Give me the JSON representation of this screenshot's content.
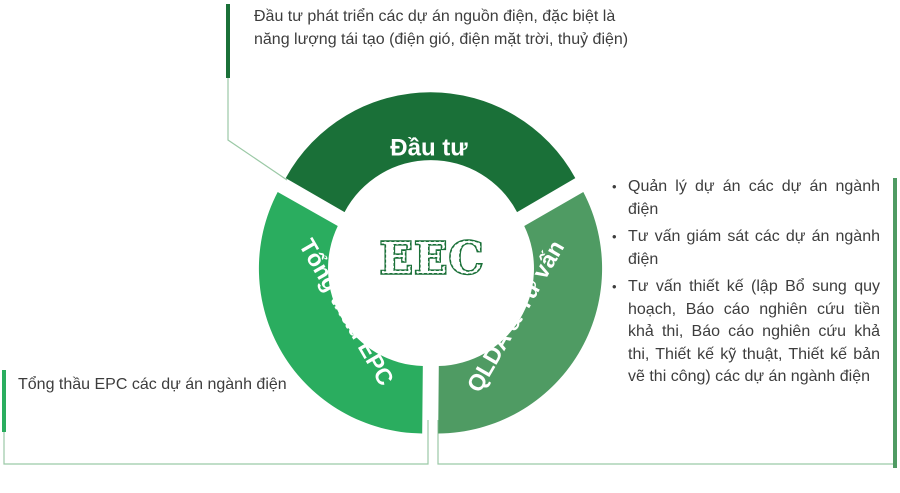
{
  "center_logo": "EEC",
  "segments": {
    "dau_tu": {
      "label": "Đầu tư",
      "color": "#1a7038"
    },
    "qlda": {
      "label": "QLDA & Tư vấn",
      "color": "#4f9b63"
    },
    "epc": {
      "label": "Tổng thầu EPC",
      "color": "#2aad5f"
    }
  },
  "descriptions": {
    "dau_tu": "Đầu tư phát triển các dự án nguồn điện, đặc biệt là năng lượng tái tạo (điện gió, điện mặt trời, thuỷ điện)",
    "epc": "Tổng thầu EPC các dự án ngành điện",
    "qlda": [
      "Quản lý dự án các dự án ngành điện",
      "Tư vấn giám sát các dự án ngành điện",
      "Tư vấn thiết kế (lập Bổ sung quy hoạch, Báo cáo nghiên cứu tiền khả thi, Báo cáo nghiên cứu khả thi, Thiết kế kỹ thuật, Thiết kế bản vẽ thi công) các dự án ngành điện"
    ]
  },
  "colors": {
    "logo": "#1a7038",
    "connector": "#9bc9a6",
    "accent_dark": "#1a7038",
    "accent_mid": "#4f9b63",
    "accent_light": "#2aad5f",
    "text": "#3d3d3d"
  }
}
